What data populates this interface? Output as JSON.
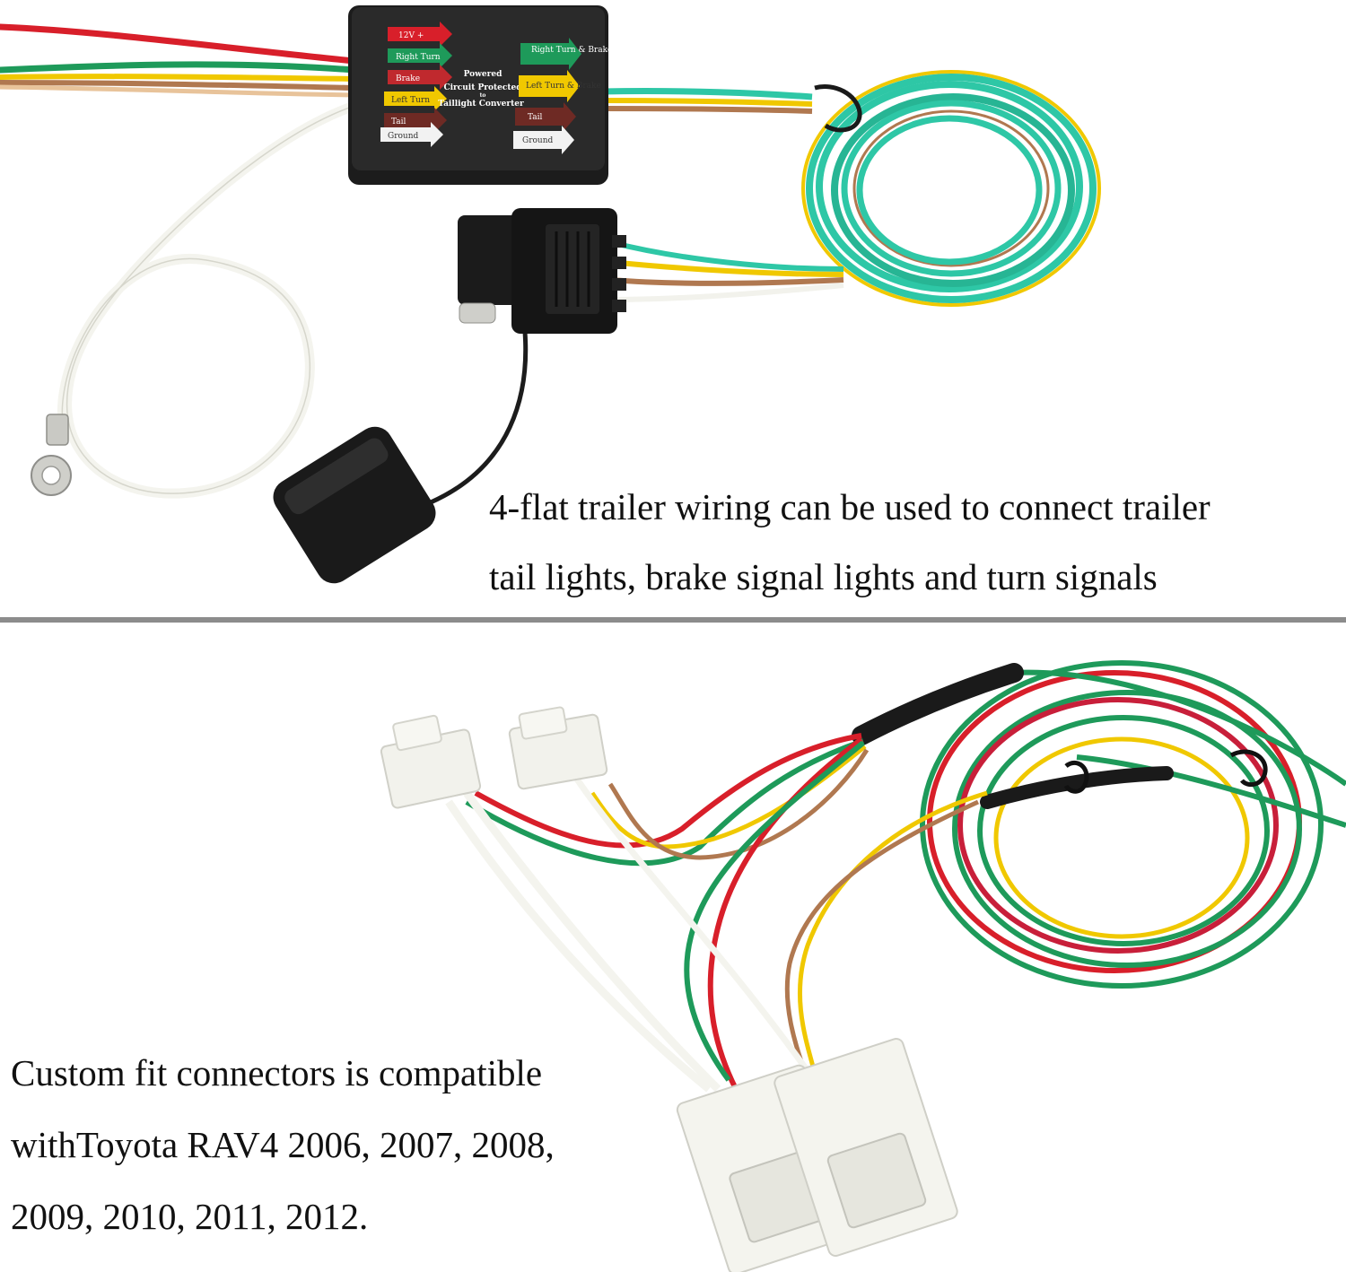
{
  "top_panel": {
    "caption_lines": [
      "4-flat trailer wiring can be used to connect trailer",
      "tail lights, brake signal lights and turn signals"
    ],
    "converter_box": {
      "title_lines": [
        "Powered",
        "Circuit Protected",
        "to",
        "Taillight Converter"
      ],
      "input_labels": [
        "12V +",
        "Right Turn",
        "Brake",
        "Left Turn",
        "Tail",
        "Ground"
      ],
      "output_labels": [
        "Right Turn & Brake",
        "Left Turn & Brake",
        "Tail",
        "Ground"
      ]
    }
  },
  "bottom_panel": {
    "caption_lines": [
      "Custom fit connectors is compatible",
      "withToyota RAV4 2006, 2007, 2008,",
      "2009, 2010, 2011, 2012."
    ]
  },
  "colors": {
    "wire_red": "#d81f2a",
    "wire_green": "#1e9a5a",
    "wire_yellow": "#f0c800",
    "wire_brown": "#b07850",
    "wire_teal": "#2ec7a6",
    "wire_white": "#f2f2ec",
    "divider": "#8c8c8c"
  }
}
